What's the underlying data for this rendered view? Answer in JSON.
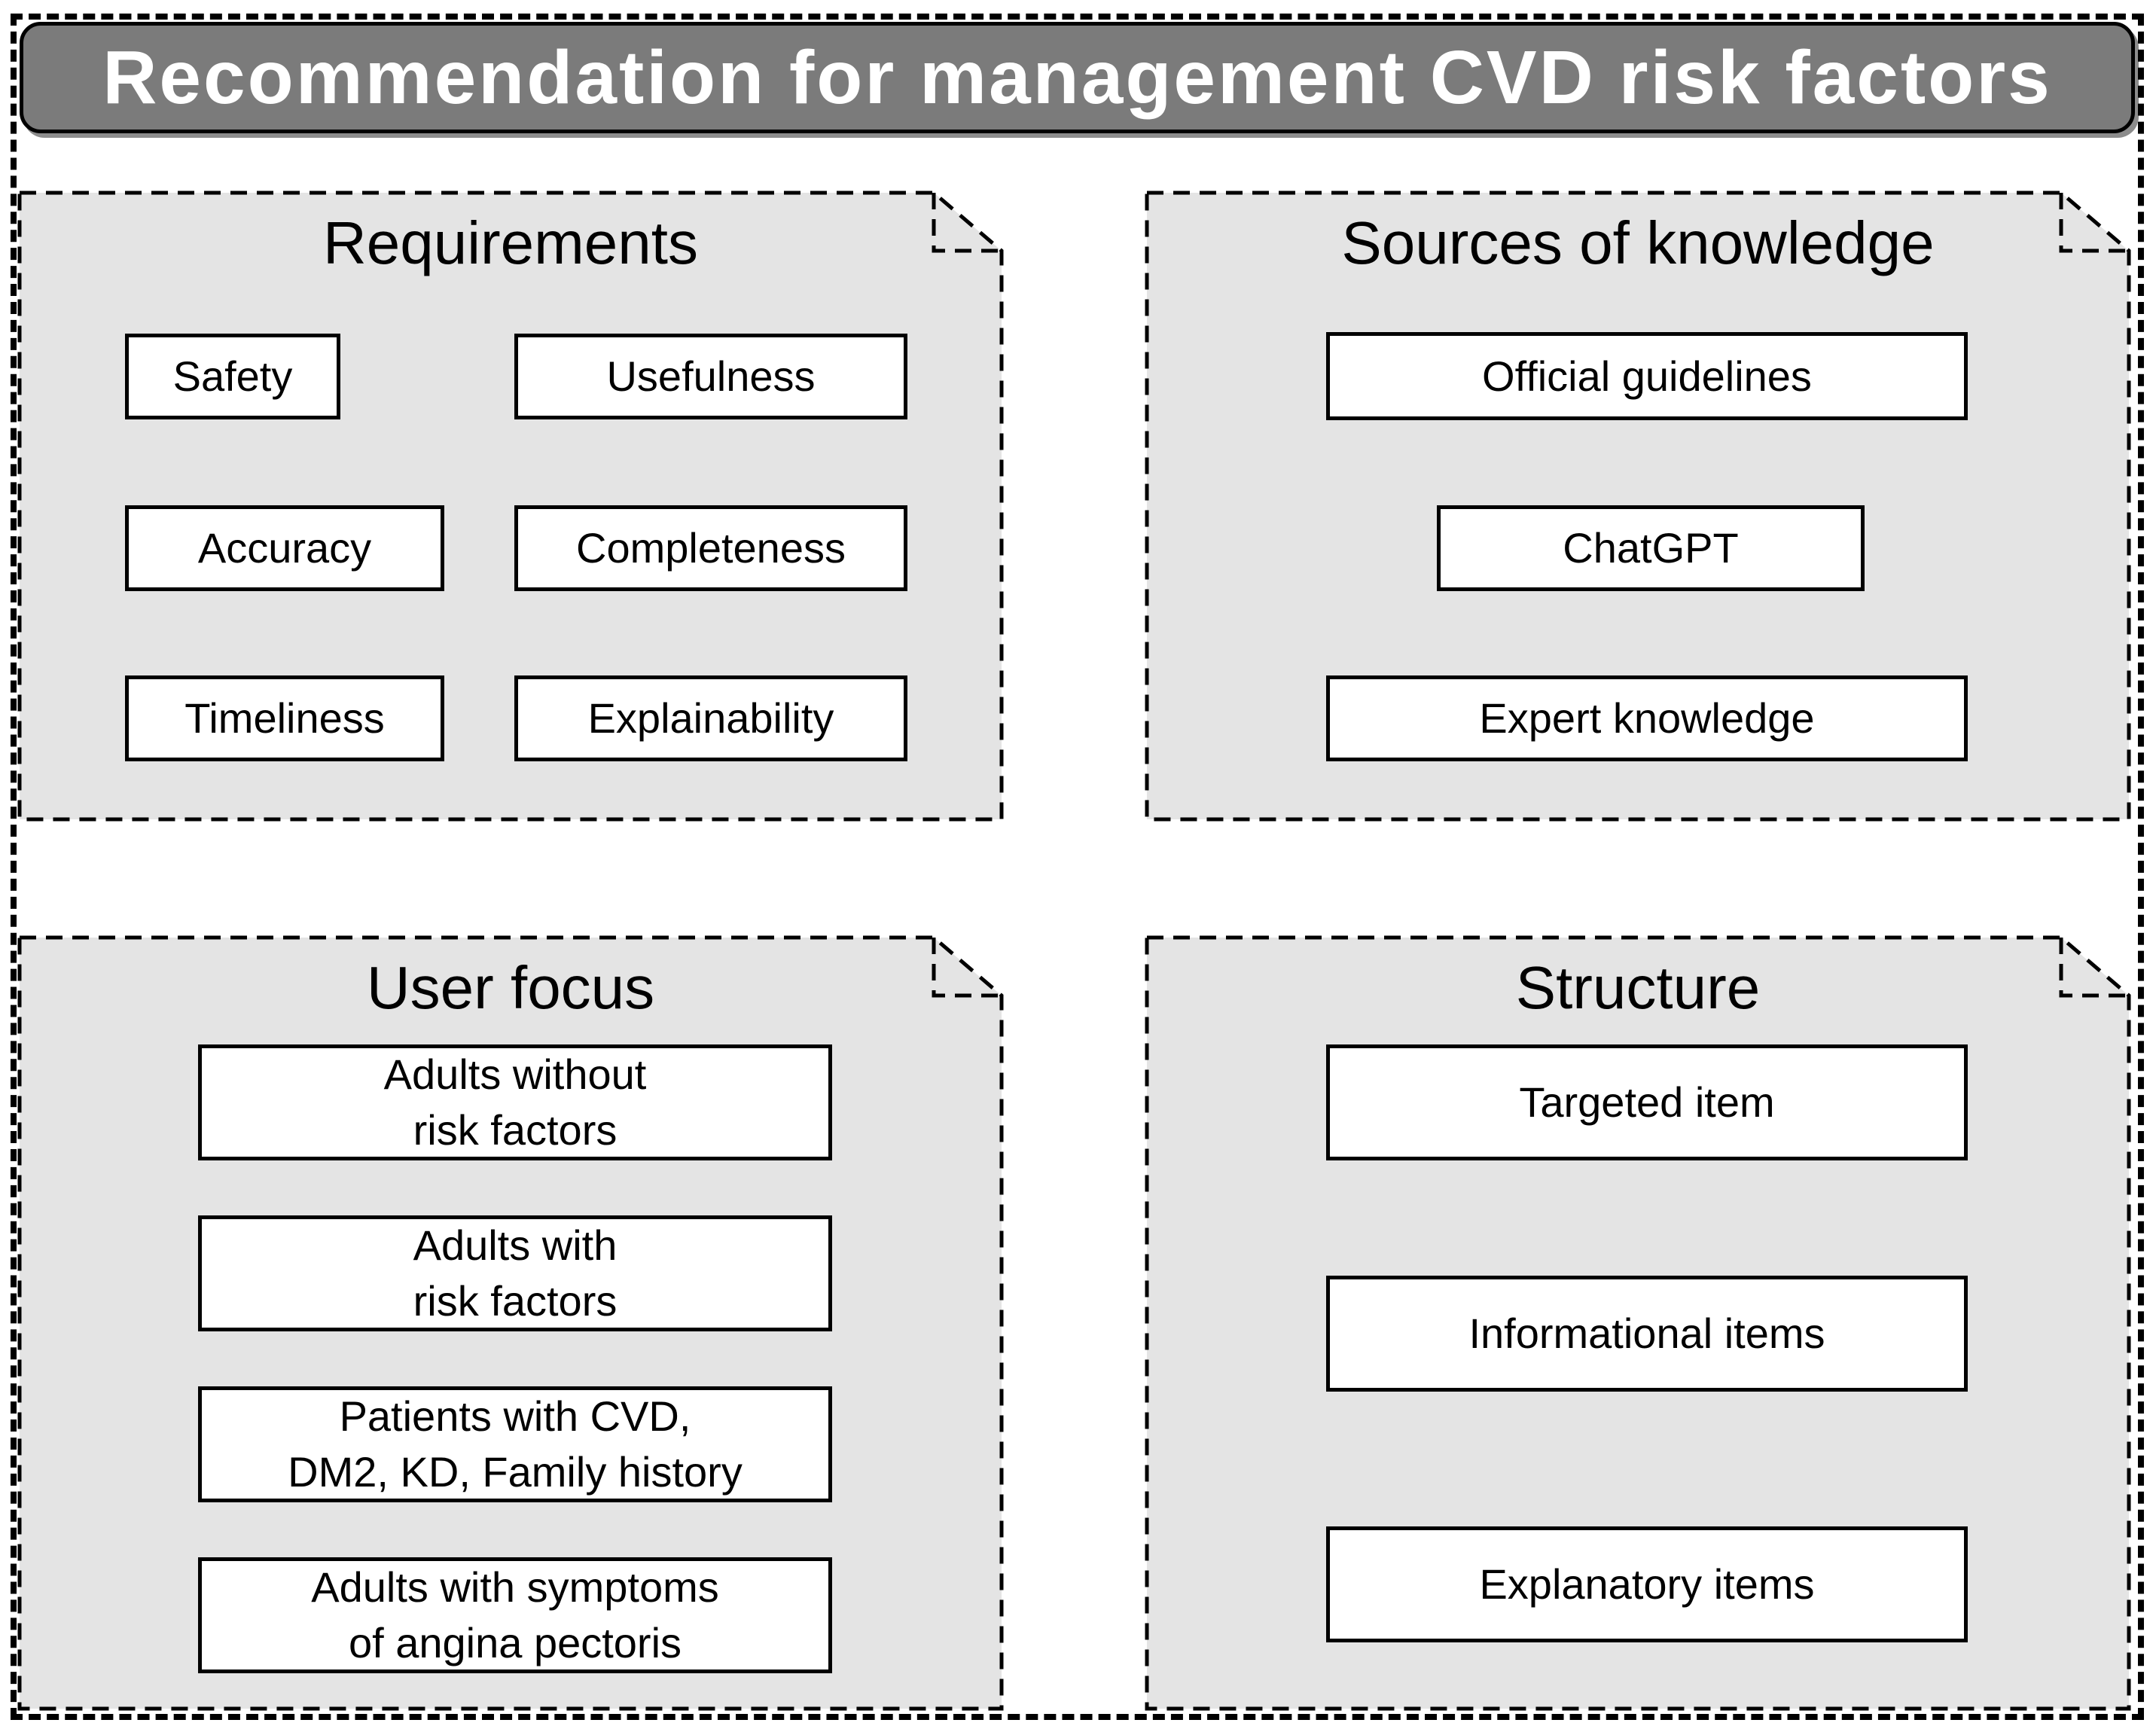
{
  "title_bar": {
    "text": "Recommendation for management CVD risk factors"
  },
  "panels": {
    "requirements": {
      "title": "Requirements",
      "items": [
        "Safety",
        "Usefulness",
        "Accuracy",
        "Completeness",
        "Timeliness",
        "Explainability"
      ]
    },
    "sources_of_knowledge": {
      "title": "Sources of knowledge",
      "items": [
        "Official guidelines",
        "ChatGPT",
        "Expert knowledge"
      ]
    },
    "user_focus": {
      "title": "User focus",
      "items": [
        "Adults without\nrisk factors",
        "Adults with\nrisk factors",
        "Patients with CVD,\nDM2, KD, Family history",
        "Adults with symptoms\nof angina pectoris"
      ]
    },
    "structure": {
      "title": "Structure",
      "items": [
        "Targeted item",
        "Informational items",
        "Explanatory items"
      ]
    }
  },
  "colors": {
    "panel_fill": "#e4e4e4",
    "box_fill": "#ffffff",
    "line": "#000000",
    "text": "#000000",
    "title_bar_fill": "#7b7b7b",
    "title_bar_text": "#ffffff"
  }
}
